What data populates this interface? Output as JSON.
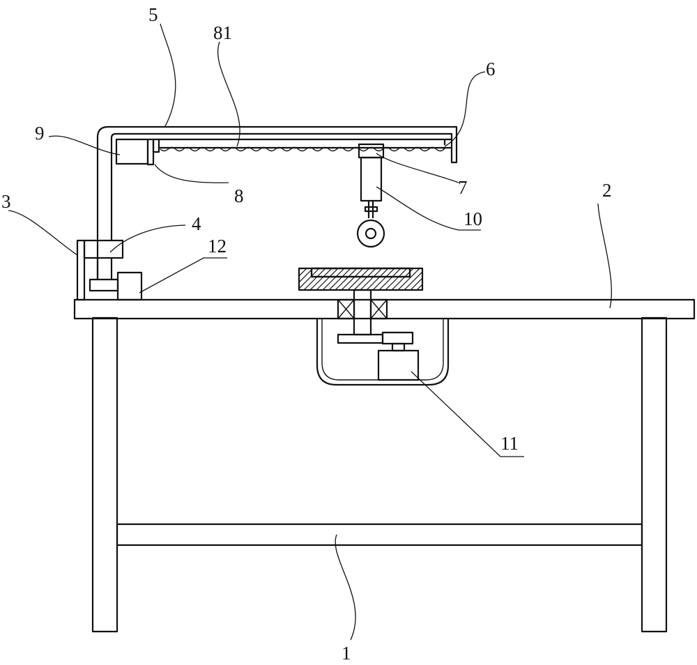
{
  "labels": {
    "l1": "1",
    "l2": "2",
    "l3": "3",
    "l4": "4",
    "l5": "5",
    "l6": "6",
    "l7": "7",
    "l8": "8",
    "l9": "9",
    "l10": "10",
    "l11": "11",
    "l12": "12",
    "l81": "81"
  }
}
